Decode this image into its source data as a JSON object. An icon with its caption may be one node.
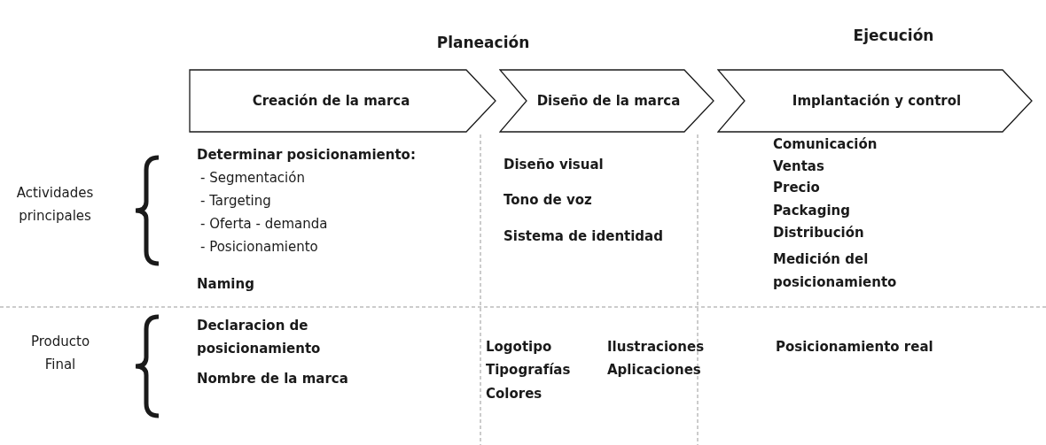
{
  "diagram": {
    "nodes": [
      {
        "text": [
          "Creación de la marca"
        ]
      },
      {
        "text": [
          "Diseño de la marca"
        ]
      },
      {
        "text": [
          "Implantación y control"
        ]
      }
    ],
    "labels": [
      "Planeación",
      "Ejecución",
      "Actividades principales",
      "Determinar posicionamiento:",
      "- Segmentación",
      "- Targeting",
      "- Oferta - demanda",
      "- Posicionamiento",
      "Naming",
      "Diseño visual",
      "Tono de voz",
      "Sistema de identidad",
      "Comunicación",
      "Ventas",
      "Precio",
      "Packaging",
      "Distribución",
      "Medición del posicionamiento",
      "Producto Final",
      "Declaracion de posicionamiento",
      "Nombre de la marca",
      "Logotipo",
      "Ilustraciones",
      "Tipografías",
      "Aplicaciones",
      "Colores",
      "Posicionamiento real"
    ]
  }
}
